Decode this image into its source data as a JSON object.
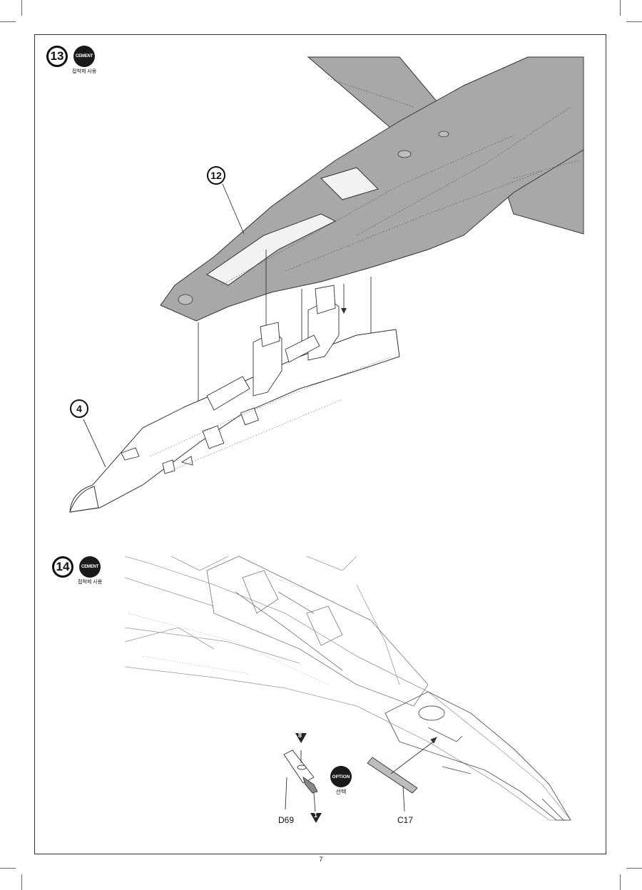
{
  "steps": [
    {
      "number": "13",
      "cement": "CEMENT",
      "cement_sub": "접착제 사용"
    },
    {
      "number": "14",
      "cement": "CEMENT",
      "cement_sub": "접착제 사용"
    }
  ],
  "callouts": {
    "upper_fuselage": "12",
    "lower_fuselage": "4"
  },
  "parts": {
    "d69": "D69",
    "c17": "C17"
  },
  "markers": {
    "eight": "8",
    "one": "1"
  },
  "option": {
    "label": "OPTION",
    "sub": "선택"
  },
  "page_number": "7",
  "colors": {
    "part_gray": "#a8a8a8",
    "line": "#333333",
    "ghost_line": "#9a9a9a"
  }
}
